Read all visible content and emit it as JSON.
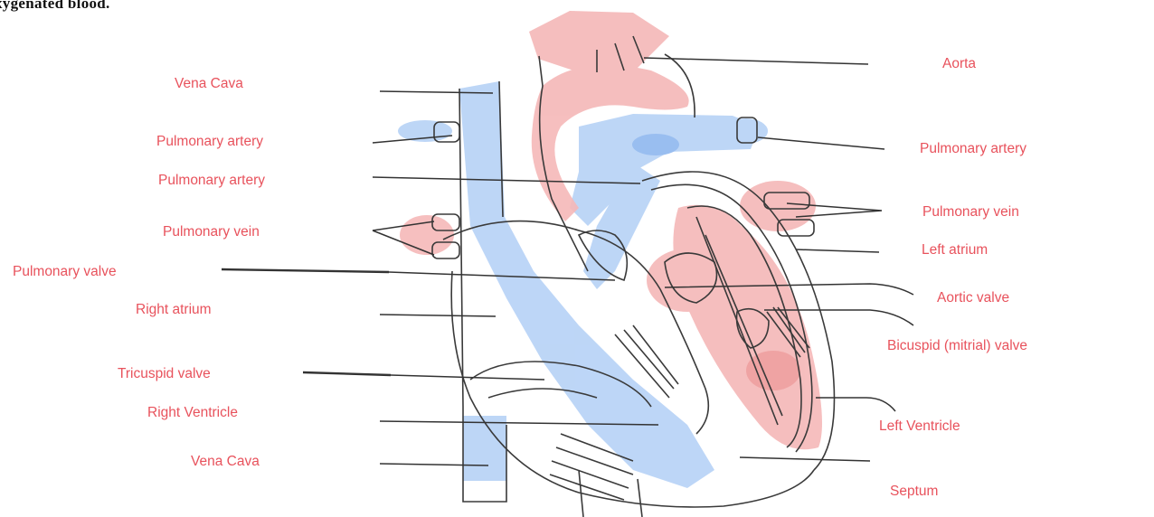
{
  "header_text": "xygenated blood.",
  "colors": {
    "label": "#e8525c",
    "oxygen_rich": "#f5b8b8",
    "oxygen_poor": "#b6d2f6",
    "outline": "#3a3a3a",
    "leader": "#333333"
  },
  "labels": {
    "aorta": "Aorta",
    "vena_cava_top": "Vena Cava",
    "pulmonary_artery_left": "Pulmonary artery",
    "pulmonary_artery_center": "Pulmonary artery",
    "pulmonary_artery_right": "Pulmonary artery",
    "pulmonary_vein_left": "Pulmonary vein",
    "pulmonary_vein_right": "Pulmonary vein",
    "pulmonary_valve": "Pulmonary valve",
    "left_atrium": "Left atrium",
    "aortic_valve": "Aortic valve",
    "right_atrium": "Right atrium",
    "bicuspid_valve": "Bicuspid (mitrial) valve",
    "tricuspid_valve": "Tricuspid valve",
    "right_ventricle": "Right Ventricle",
    "left_ventricle": "Left Ventricle",
    "vena_cava_bottom": "Vena Cava",
    "septum": "Septum"
  }
}
